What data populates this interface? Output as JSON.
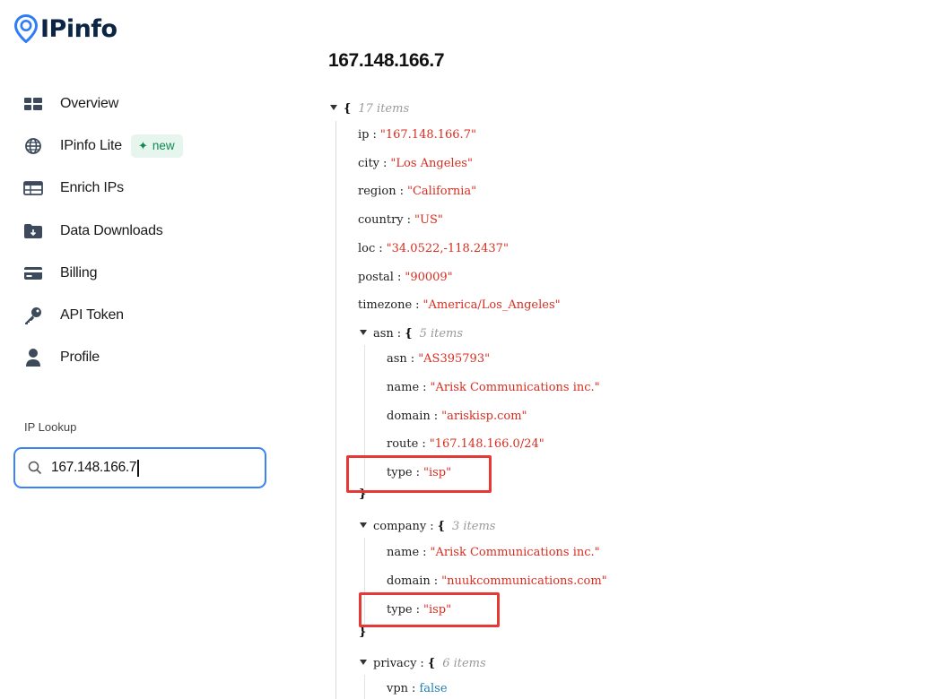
{
  "brand": {
    "name": "IPinfo",
    "color": "#0b2545"
  },
  "sidebar": {
    "items": [
      {
        "label": "Overview",
        "icon": "overview-icon"
      },
      {
        "label": "IPinfo Lite",
        "icon": "globe-icon",
        "badge": "new"
      },
      {
        "label": "Enrich IPs",
        "icon": "table-icon"
      },
      {
        "label": "Data Downloads",
        "icon": "download-folder-icon"
      },
      {
        "label": "Billing",
        "icon": "credit-card-icon"
      },
      {
        "label": "API Token",
        "icon": "key-icon"
      },
      {
        "label": "Profile",
        "icon": "user-icon"
      }
    ],
    "lookup_label": "IP Lookup",
    "search_value": "167.148.166.7"
  },
  "main": {
    "title": "167.148.166.7",
    "root_count": "17 items",
    "top_fields": [
      {
        "key": "ip",
        "value": "\"167.148.166.7\""
      },
      {
        "key": "city",
        "value": "\"Los Angeles\""
      },
      {
        "key": "region",
        "value": "\"California\""
      },
      {
        "key": "country",
        "value": "\"US\""
      },
      {
        "key": "loc",
        "value": "\"34.0522,-118.2437\""
      },
      {
        "key": "postal",
        "value": "\"90009\""
      },
      {
        "key": "timezone",
        "value": "\"America/Los_Angeles\""
      }
    ],
    "asn": {
      "key": "asn",
      "count": "5 items",
      "fields": [
        {
          "key": "asn",
          "value": "\"AS395793\""
        },
        {
          "key": "name",
          "value": "\"Arisk Communications inc.\""
        },
        {
          "key": "domain",
          "value": "\"ariskisp.com\""
        },
        {
          "key": "route",
          "value": "\"167.148.166.0/24\""
        },
        {
          "key": "type",
          "value": "\"isp\""
        }
      ]
    },
    "company": {
      "key": "company",
      "count": "3 items",
      "fields": [
        {
          "key": "name",
          "value": "\"Arisk Communications inc.\""
        },
        {
          "key": "domain",
          "value": "\"nuukcommunications.com\""
        },
        {
          "key": "type",
          "value": "\"isp\""
        }
      ]
    },
    "privacy": {
      "key": "privacy",
      "count": "6 items",
      "fields": [
        {
          "key": "vpn",
          "value": "false"
        }
      ]
    }
  },
  "colors": {
    "string": "#d92d20",
    "boolean": "#1e7fb0",
    "highlight": "#e53935",
    "search_border": "#3b82f6",
    "badge_green": "#0f8a52"
  }
}
